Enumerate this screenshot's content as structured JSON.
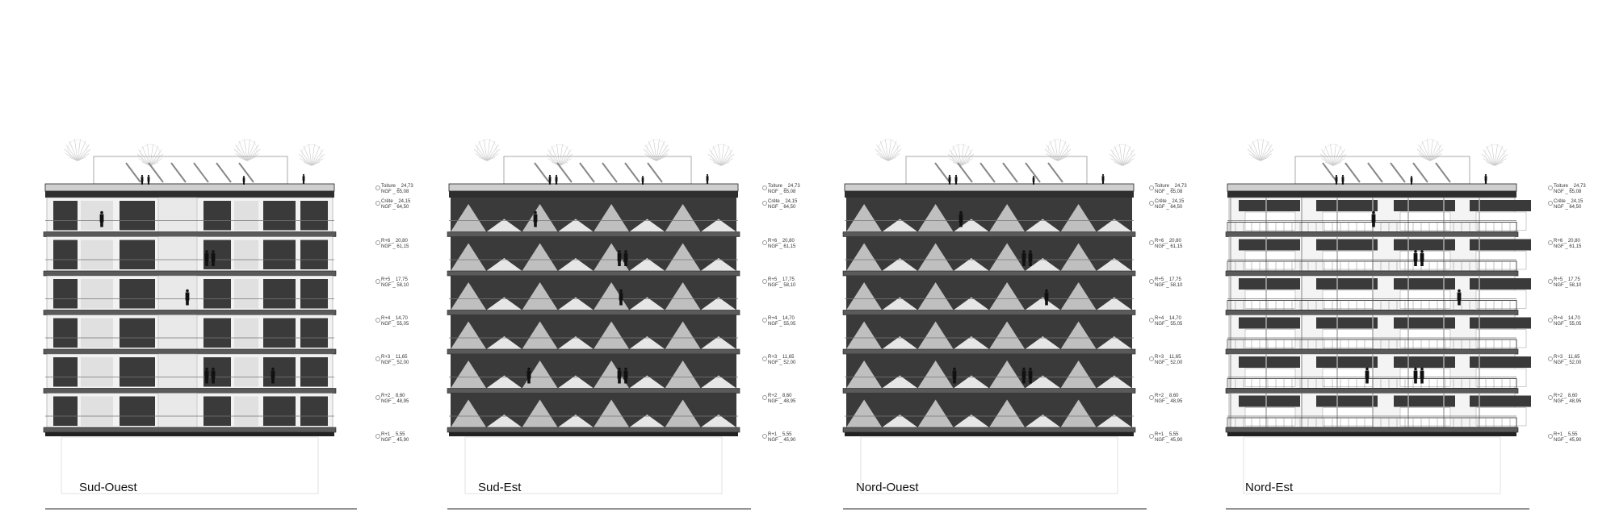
{
  "elevations": [
    {
      "id": "sud-ouest",
      "title": "Sud-Ouest",
      "style": "curtain"
    },
    {
      "id": "sud-est",
      "title": "Sud-Est",
      "style": "zigzag"
    },
    {
      "id": "nord-ouest",
      "title": "Nord-Ouest",
      "style": "zigzag"
    },
    {
      "id": "nord-est",
      "title": "Nord-Est",
      "style": "grid"
    }
  ],
  "levels": [
    {
      "l1": "Toiture _ 24,73",
      "l2": "NGF _ 65,08"
    },
    {
      "l1": "Crête _ 24,15",
      "l2": "NGF _ 64,50"
    },
    {
      "l1": "R+6 _ 20,80",
      "l2": "NGF _ 61,15"
    },
    {
      "l1": "R+5 _ 17,75",
      "l2": "NGF _ 58,10"
    },
    {
      "l1": "R+4 _ 14,70",
      "l2": "NGF _ 55,05"
    },
    {
      "l1": "R+3 _ 11,65",
      "l2": "NGF _ 52,00"
    },
    {
      "l1": "R+2 _ 8,60",
      "l2": "NGF _ 48,95"
    },
    {
      "l1": "R+1 _ 5,55",
      "l2": "NGF _ 45,90"
    }
  ],
  "colors": {
    "dark": "#3a3a3a",
    "slab": "#5a5a5a",
    "light": "#d8d8d8",
    "line": "#222222",
    "tree": "#c9c9c9"
  }
}
